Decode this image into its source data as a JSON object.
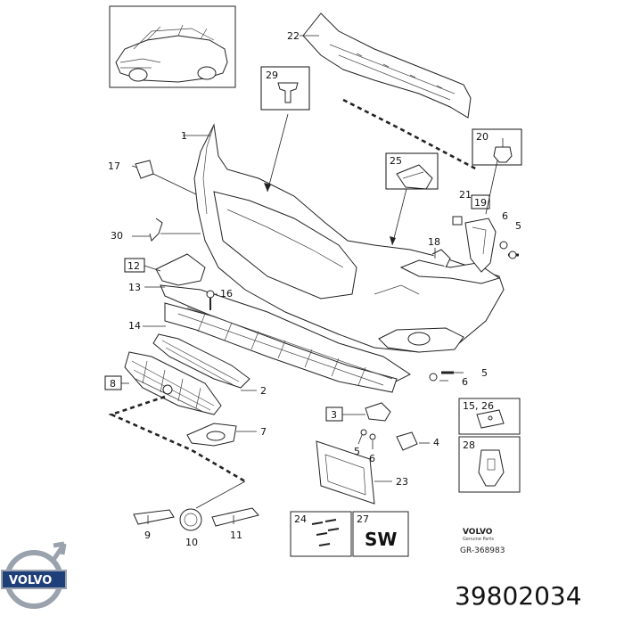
{
  "callouts": {
    "n1": "1",
    "n2": "2",
    "n3": "3",
    "n4": "4",
    "n5a": "5",
    "n5b": "5",
    "n5c": "5",
    "n6a": "6",
    "n6b": "6",
    "n6c": "6",
    "n7": "7",
    "n8": "8",
    "n9": "9",
    "n10": "10",
    "n11": "11",
    "n12": "12",
    "n13": "13",
    "n14": "14",
    "n15_26": "15, 26",
    "n16": "16",
    "n17": "17",
    "n18": "18",
    "n19": "19",
    "n20": "20",
    "n21": "21",
    "n22": "22",
    "n23": "23",
    "n24": "24",
    "n25": "25",
    "n27": "27",
    "n28": "28",
    "n29": "29",
    "n30": "30"
  },
  "sw_label": "SW",
  "brand": {
    "name": "VOLVO",
    "sub": "Genuine Parts",
    "ref": "GR-368983"
  },
  "logo_text": "VOLVO",
  "part_number": "39802034",
  "colors": {
    "line": "#222222",
    "logo_blue": "#1f3f7a",
    "logo_steel": "#9aa3ad"
  }
}
